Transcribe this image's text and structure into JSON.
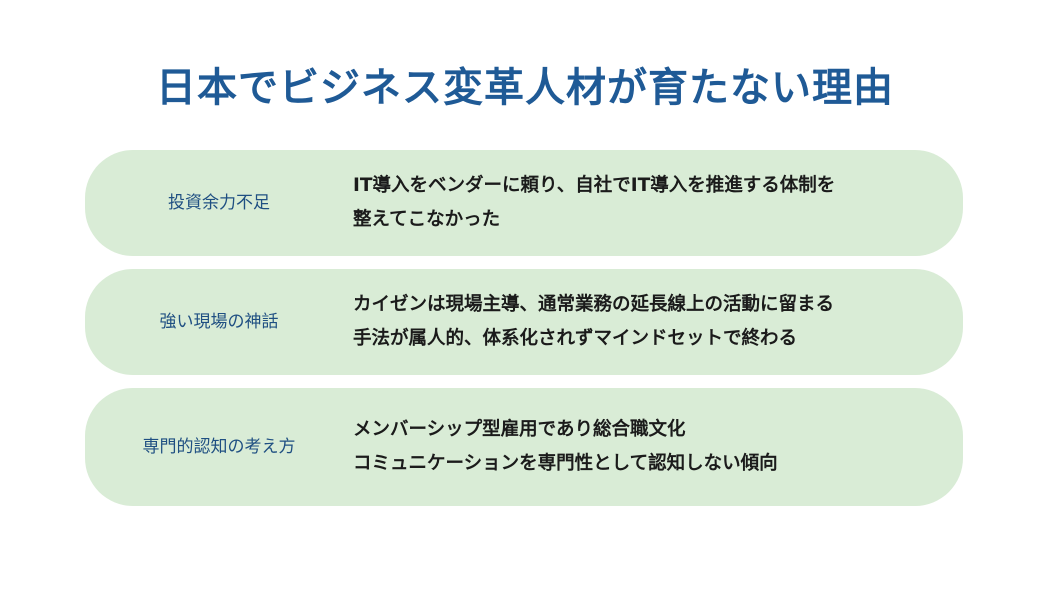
{
  "title": "日本でビジネス変革人材が育たない理由",
  "reasons": [
    {
      "label": "投資余力不足",
      "lines": [
        "IT導入をベンダーに頼り、自社でIT導入を推進する体制を",
        "整えてこなかった"
      ]
    },
    {
      "label": "強い現場の神話",
      "lines": [
        "カイゼンは現場主導、通常業務の延長線上の活動に留まる",
        "手法が属人的、体系化されずマインドセットで終わる"
      ]
    },
    {
      "label": "専門的認知の考え方",
      "lines": [
        "メンバーシップ型雇用であり総合職文化",
        "コミュニケーションを専門性として認知しない傾向"
      ]
    }
  ],
  "colors": {
    "title": "#1f5a96",
    "label": "#1f4f82",
    "row_background": "#d9ecd6",
    "body_text": "#1b1b1b"
  }
}
